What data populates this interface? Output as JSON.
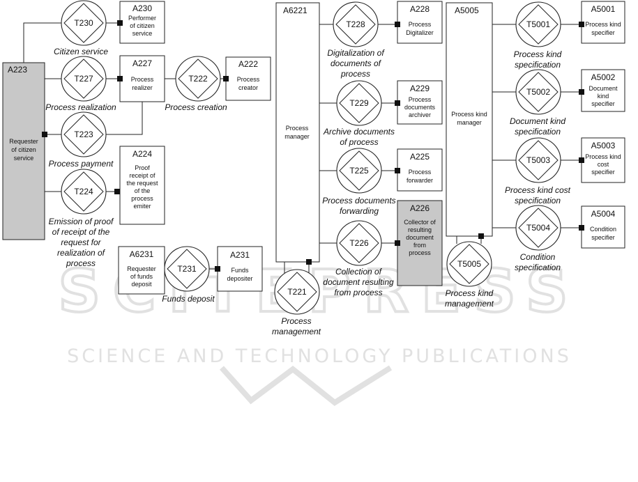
{
  "diagram": {
    "watermark": {
      "main": "SCITEPRESS",
      "sub": "SCIENCE AND TECHNOLOGY PUBLICATIONS"
    },
    "actors": {
      "A223": {
        "id": "A223",
        "desc": [
          "Requester",
          "of citizen",
          "service"
        ]
      },
      "A230": {
        "id": "A230",
        "desc": [
          "Performer",
          "of citizen",
          "service"
        ]
      },
      "A227": {
        "id": "A227",
        "desc": [
          "Process",
          "realizer"
        ]
      },
      "A222": {
        "id": "A222",
        "desc": [
          "Process",
          "creator"
        ]
      },
      "A224": {
        "id": "A224",
        "desc": [
          "Proof",
          "receipt of",
          "the request",
          "of the",
          "process",
          "emiter"
        ]
      },
      "A6231": {
        "id": "A6231",
        "desc": [
          "Requester",
          "of funds",
          "deposit"
        ]
      },
      "A231": {
        "id": "A231",
        "desc": [
          "Funds",
          "depositer"
        ]
      },
      "A6221": {
        "id": "A6221",
        "desc": [
          "Process",
          "manager"
        ]
      },
      "A228": {
        "id": "A228",
        "desc": [
          "Process",
          "Digitalizer"
        ]
      },
      "A229": {
        "id": "A229",
        "desc": [
          "Process",
          "documents",
          "archiver"
        ]
      },
      "A225": {
        "id": "A225",
        "desc": [
          "Process",
          "forwarder"
        ]
      },
      "A226": {
        "id": "A226",
        "desc": [
          "Collector of",
          "resulting",
          "document",
          "from",
          "process"
        ]
      },
      "A5005": {
        "id": "A5005",
        "desc": [
          "Process kind",
          "manager"
        ]
      },
      "A5001": {
        "id": "A5001",
        "desc": [
          "Process kind",
          "specifier"
        ]
      },
      "A5002": {
        "id": "A5002",
        "desc": [
          "Document",
          "kind",
          "specifier"
        ]
      },
      "A5003": {
        "id": "A5003",
        "desc": [
          "Process kind",
          "cost",
          "specifier"
        ]
      },
      "A5004": {
        "id": "A5004",
        "desc": [
          "Condition",
          "specifier"
        ]
      }
    },
    "transactions": {
      "T230": {
        "id": "T230",
        "name": [
          "Citizen service"
        ]
      },
      "T227": {
        "id": "T227",
        "name": [
          "Process realization"
        ]
      },
      "T222": {
        "id": "T222",
        "name": [
          "Process creation"
        ]
      },
      "T223": {
        "id": "T223",
        "name": [
          "Process payment"
        ]
      },
      "T224": {
        "id": "T224",
        "name": [
          "Emission of proof",
          "of receipt of the",
          "request for",
          "realization of",
          "process"
        ]
      },
      "T231": {
        "id": "T231",
        "name": [
          "Funds deposit"
        ]
      },
      "T221": {
        "id": "T221",
        "name": [
          "Process",
          "management"
        ]
      },
      "T228": {
        "id": "T228",
        "name": [
          "Digitalization of",
          "documents of",
          "process"
        ]
      },
      "T229": {
        "id": "T229",
        "name": [
          "Archive documents",
          "of process"
        ]
      },
      "T225": {
        "id": "T225",
        "name": [
          "Process documents",
          "forwarding"
        ]
      },
      "T226": {
        "id": "T226",
        "name": [
          "Collection of",
          "document resulting",
          "from process"
        ]
      },
      "T5001": {
        "id": "T5001",
        "name": [
          "Process kind",
          "specification"
        ]
      },
      "T5002": {
        "id": "T5002",
        "name": [
          "Document kind",
          "specification"
        ]
      },
      "T5003": {
        "id": "T5003",
        "name": [
          "Process kind cost",
          "specification"
        ]
      },
      "T5004": {
        "id": "T5004",
        "name": [
          "Condition",
          "specification"
        ]
      },
      "T5005": {
        "id": "T5005",
        "name": [
          "Process kind",
          "management"
        ]
      }
    }
  }
}
